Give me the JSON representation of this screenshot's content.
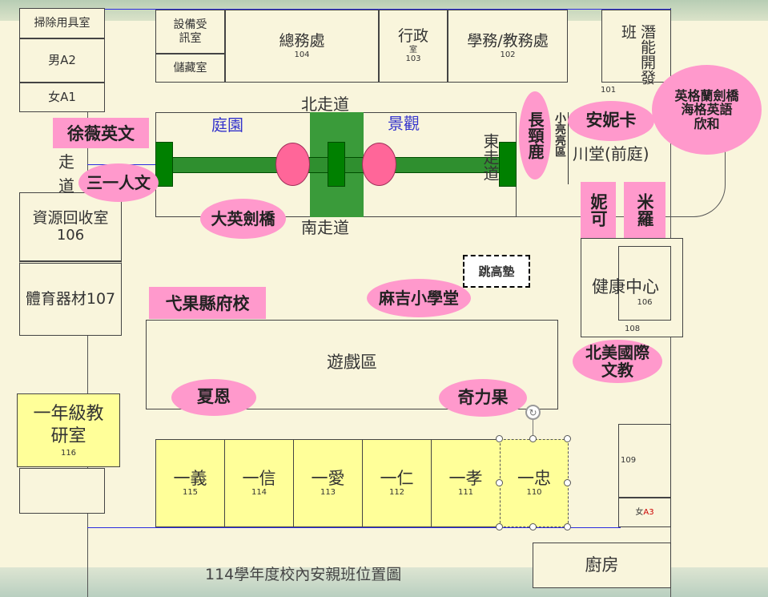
{
  "caption": "114學年度校內安親班位置圖",
  "rooms": {
    "cleaning": "掃除用具室",
    "male_a2": "男A2",
    "female_a1": "女A1",
    "equipment": "設備受訊室",
    "storage": "儲藏室",
    "general_affairs": {
      "label": "總務處",
      "num": "104"
    },
    "admin": {
      "label": "行政",
      "sub": "室",
      "num": "103"
    },
    "academic": {
      "label": "學務/教務處",
      "num": "102"
    },
    "potential": "潛能開發班",
    "room_101": "101",
    "recycling": {
      "label": "資源回收室",
      "num": "106"
    },
    "sports": "體育器材107",
    "health": {
      "label": "健康中心",
      "num1": "106",
      "num2": "108"
    },
    "grade1_office": {
      "label": "一年級教研室",
      "num": "116"
    },
    "room_109": "109",
    "female_a3_prefix": "女",
    "female_a3_suffix": "A3",
    "kitchen": "廚房",
    "play_area": "遊戲區",
    "classrooms": [
      {
        "label": "一義",
        "num": "115"
      },
      {
        "label": "一信",
        "num": "114"
      },
      {
        "label": "一愛",
        "num": "113"
      },
      {
        "label": "一仁",
        "num": "112"
      },
      {
        "label": "一孝",
        "num": "111"
      },
      {
        "label": "一忠",
        "num": "110"
      }
    ]
  },
  "courtyard": {
    "north": "北走道",
    "south": "南走道",
    "east": "東走道",
    "garden": "庭園",
    "scenery": "景觀",
    "corridor_top": "走",
    "corridor_bottom": "道",
    "xiaoliang": "小亮亮區",
    "atrium": "川堂(前庭)"
  },
  "jump_mat": "跳高墊",
  "programs": {
    "xu_wei": "徐薇英文",
    "san_yi": "三一人文",
    "daying": "大英劍橋",
    "yiguo": "弋果縣府校",
    "maji": "麻吉小學堂",
    "xiaen": "夏恩",
    "qili": "奇力果",
    "giraffe": "長頸鹿",
    "annika": "安妮卡",
    "nico": "妮可",
    "milo": "米羅",
    "cambridge_line1": "英格蘭劍橋",
    "cambridge_line2": "海格英語",
    "cambridge_line3": "欣和",
    "north_america_line1": "北美國際",
    "north_america_line2": "文教"
  },
  "colors": {
    "background": "#f9f5dc",
    "highlight_pink": "#ff99cc",
    "classroom_yellow": "#ffff99",
    "green": "#008000",
    "blue": "#2b2be0",
    "garden_label": "#3333cc"
  }
}
